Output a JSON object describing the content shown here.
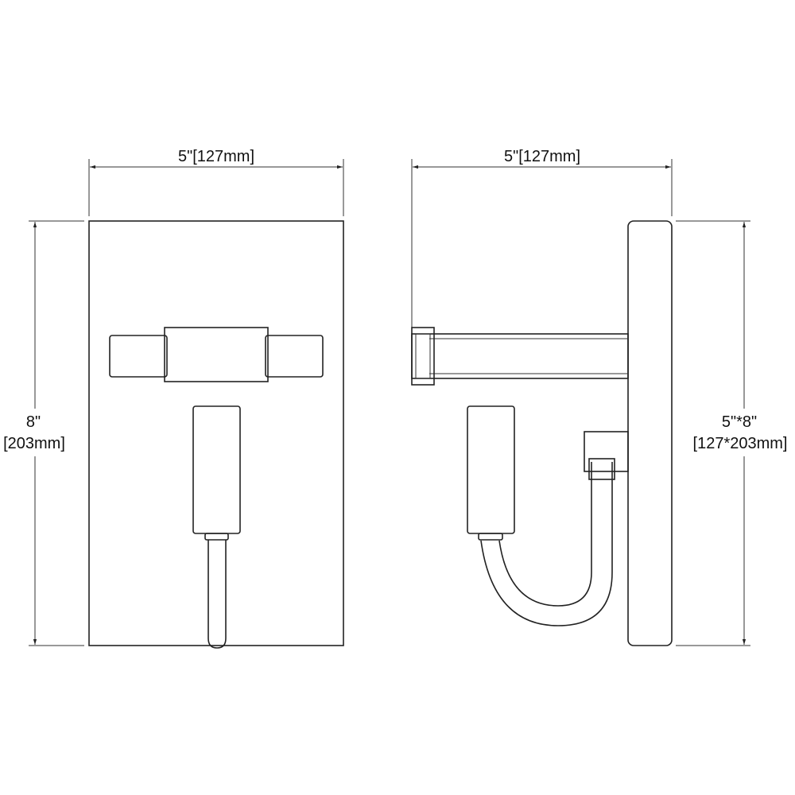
{
  "colors": {
    "line": "#222222",
    "background": "#ffffff"
  },
  "front_view": {
    "width_label": "5\"[127mm]",
    "height_label_inch": "8\"",
    "height_label_mm": "[203mm]"
  },
  "side_view": {
    "width_label": "5\"[127mm]",
    "size_label": "5\"*8\"",
    "size_label_mm": "[127*203mm]"
  }
}
